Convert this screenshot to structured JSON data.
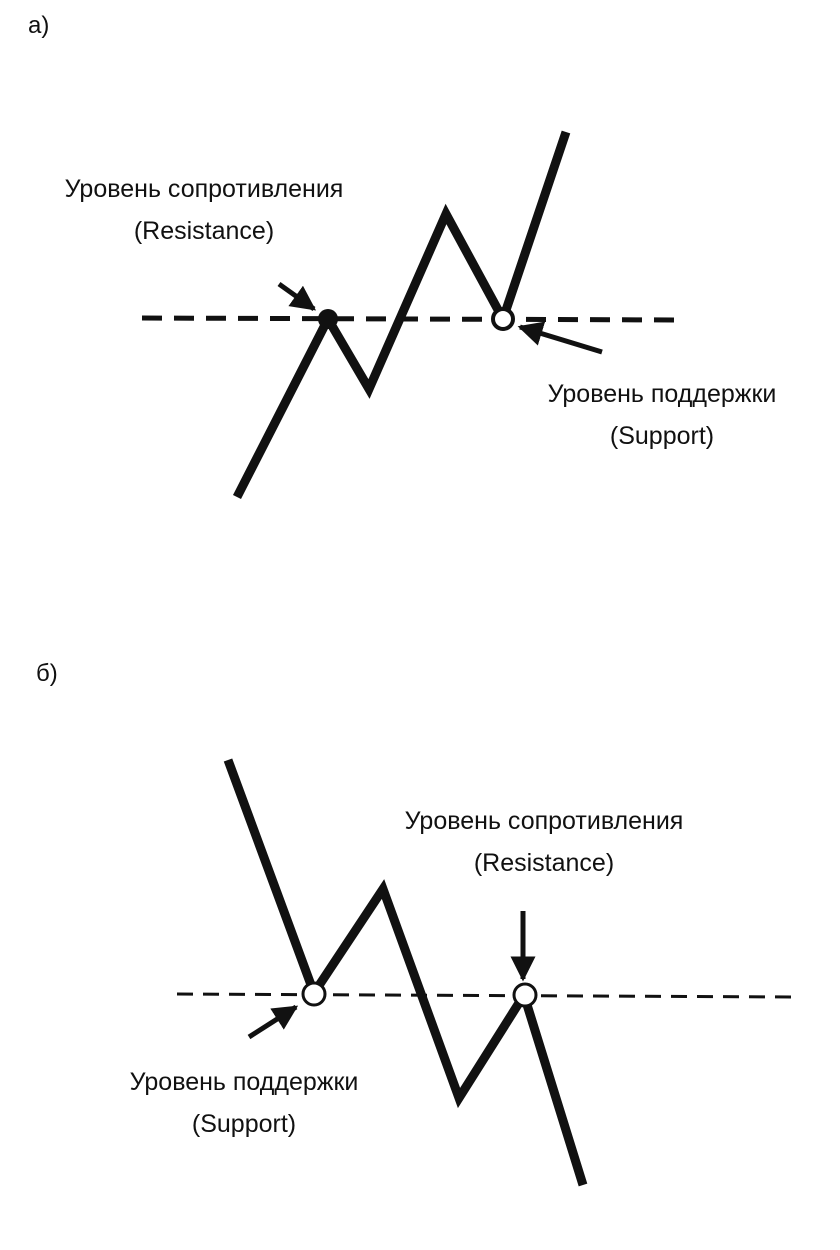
{
  "colors": {
    "ink": "#111111",
    "background": "#ffffff"
  },
  "panels": [
    {
      "label": "а)",
      "resistance": {
        "title": "Уровень сопротивления",
        "subtitle": "(Resistance)"
      },
      "support": {
        "title": "Уровень поддержки",
        "subtitle": "(Support)"
      }
    },
    {
      "label": "б)",
      "resistance": {
        "title": "Уровень сопротивления",
        "subtitle": "(Resistance)"
      },
      "support": {
        "title": "Уровень поддержки",
        "subtitle": "(Support)"
      }
    }
  ]
}
